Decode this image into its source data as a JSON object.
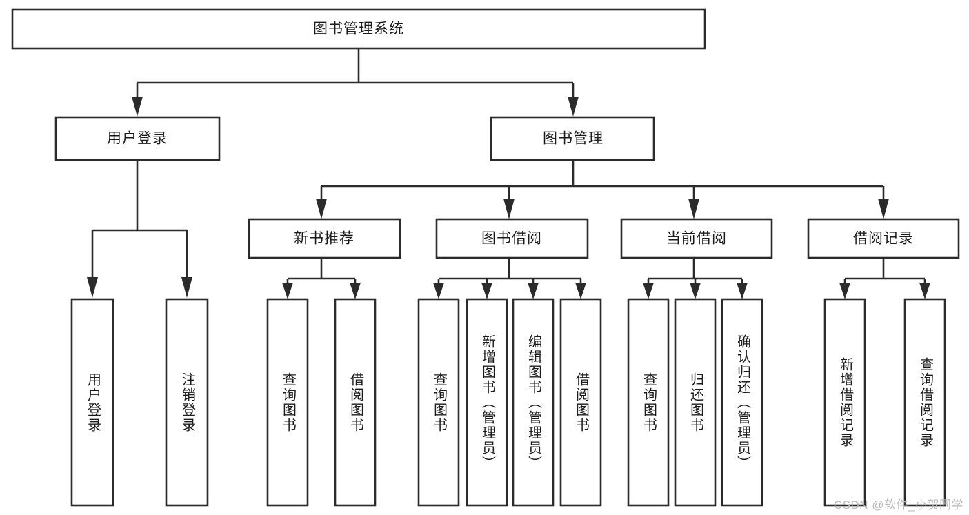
{
  "diagram": {
    "title": "图书管理系统",
    "type": "功能结构图",
    "watermark": "CSDN @软件_小贺同学",
    "colors": {
      "box_stroke": "#2b2b2b",
      "box_fill": "#ffffff",
      "text": "#1b1b1b",
      "background": "#ffffff",
      "watermark": "#b9b9b9"
    },
    "root": {
      "label": "图书管理系统",
      "children": [
        {
          "label": "用户登录",
          "children": [
            {
              "label": "用户登录"
            },
            {
              "label": "注销登录"
            }
          ]
        },
        {
          "label": "图书管理",
          "children": [
            {
              "label": "新书推荐",
              "children": [
                {
                  "label": "查询图书"
                },
                {
                  "label": "借阅图书"
                }
              ]
            },
            {
              "label": "图书借阅",
              "children": [
                {
                  "label": "查询图书"
                },
                {
                  "label": "新增图书（管理员）"
                },
                {
                  "label": "编辑图书（管理员）"
                },
                {
                  "label": "借阅图书"
                }
              ]
            },
            {
              "label": "当前借阅",
              "children": [
                {
                  "label": "查询图书"
                },
                {
                  "label": "归还图书"
                },
                {
                  "label": "确认归还（管理员）"
                }
              ]
            },
            {
              "label": "借阅记录",
              "children": [
                {
                  "label": "新增借阅记录"
                },
                {
                  "label": "查询借阅记录"
                }
              ]
            }
          ]
        }
      ]
    },
    "nodes": {
      "root_box": "图书管理系统",
      "level2": {
        "user_login": "用户登录",
        "book_manage": "图书管理"
      },
      "level3": {
        "new_book_recommend": "新书推荐",
        "book_borrow": "图书借阅",
        "current_borrow": "当前借阅",
        "borrow_record": "借阅记录"
      },
      "leaves": {
        "login_user_login": "用户登录",
        "login_logout": "注销登录",
        "recommend_query_book": "查询图书",
        "recommend_borrow_book": "借阅图书",
        "borrow_query_book": "查询图书",
        "borrow_add_book": "新增图书（管理员）",
        "borrow_edit_book": "编辑图书（管理员）",
        "borrow_borrow_book": "借阅图书",
        "current_query_book": "查询图书",
        "current_return_book": "归还图书",
        "current_confirm_return": "确认归还（管理员）",
        "record_add_record": "新增借阅记录",
        "record_query_record": "查询借阅记录"
      }
    }
  }
}
